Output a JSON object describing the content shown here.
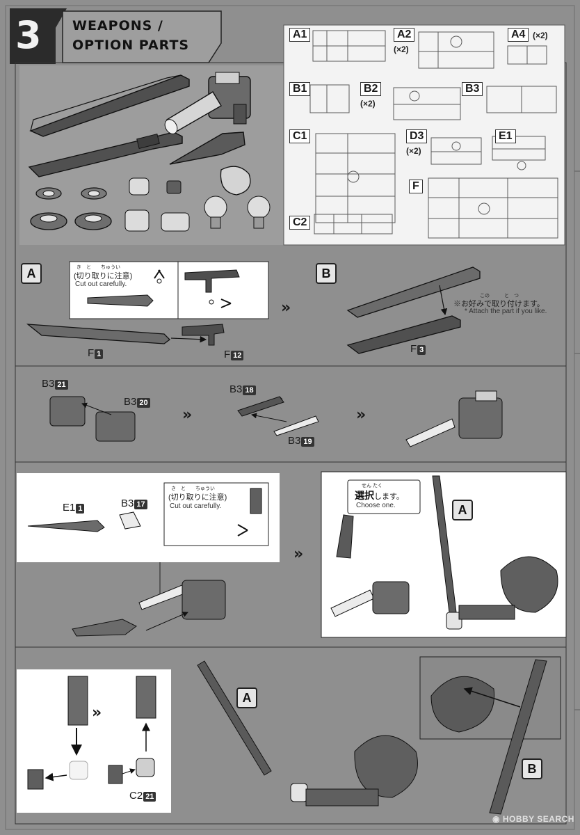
{
  "step": {
    "number": "3",
    "title_line1": "WEAPONS /",
    "title_line2": "OPTION PARTS"
  },
  "runners": [
    {
      "id": "A1",
      "count": ""
    },
    {
      "id": "A2",
      "count": "(×2)"
    },
    {
      "id": "A4",
      "count": "(×2)"
    },
    {
      "id": "B1",
      "count": ""
    },
    {
      "id": "B2",
      "count": "(×2)"
    },
    {
      "id": "B3",
      "count": ""
    },
    {
      "id": "C1",
      "count": ""
    },
    {
      "id": "D3",
      "count": "(×2)"
    },
    {
      "id": "E1",
      "count": ""
    },
    {
      "id": "F",
      "count": ""
    },
    {
      "id": "C2",
      "count": ""
    }
  ],
  "notes": {
    "cut_jp": "(切り取りに注意)",
    "cut_ruby": "き　と　　ちゅうい",
    "cut_en": "Cut out carefully.",
    "attach_jp": "※お好みで取り付けます。",
    "attach_ruby": "この　　　と　つ",
    "attach_en": "* Attach the part if you like.",
    "choose_jp_bold": "選択",
    "choose_jp_rest": "します。",
    "choose_ruby": "せん たく",
    "choose_en": "Choose one."
  },
  "callouts": {
    "a": "A",
    "b": "B"
  },
  "parts": {
    "f1": {
      "runner": "F",
      "no": "1"
    },
    "f12": {
      "runner": "F",
      "no": "12"
    },
    "f3": {
      "runner": "F",
      "no": "3"
    },
    "b3_21": {
      "runner": "B3",
      "no": "21"
    },
    "b3_20": {
      "runner": "B3",
      "no": "20"
    },
    "b3_18": {
      "runner": "B3",
      "no": "18"
    },
    "b3_19": {
      "runner": "B3",
      "no": "19"
    },
    "e1_1": {
      "runner": "E1",
      "no": "1"
    },
    "b3_17": {
      "runner": "B3",
      "no": "17"
    },
    "c2_21": {
      "runner": "C2",
      "no": "21"
    }
  },
  "watermark": "HOBBY SEARCH",
  "colors": {
    "page_bg": "#8f8f8f",
    "panel_bg": "#9a9a9a",
    "white_panel": "#ffffff",
    "part_fill": "#5a5a5a",
    "ink": "#1a1a1a"
  }
}
